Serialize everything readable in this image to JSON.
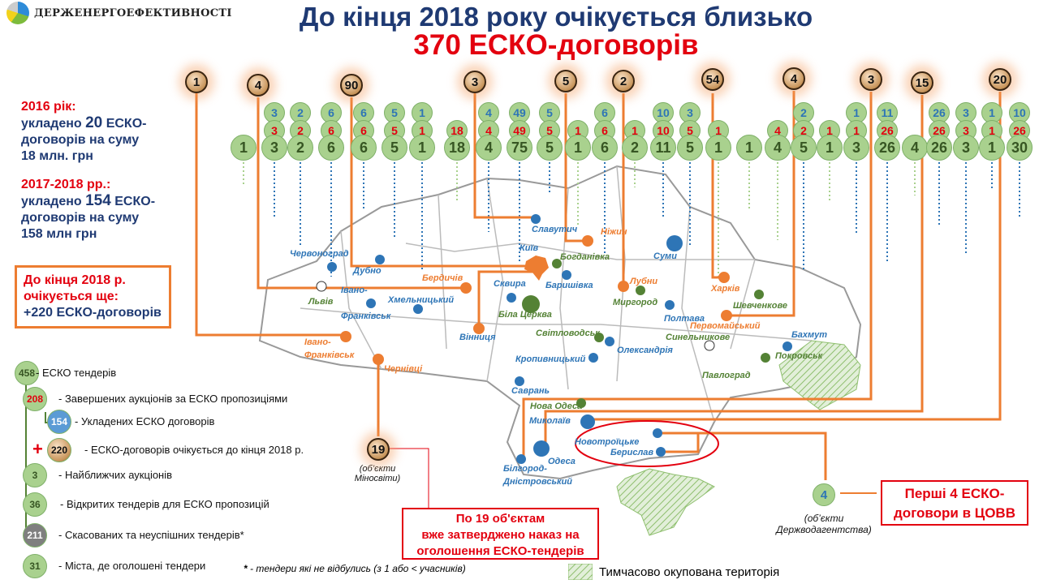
{
  "header": {
    "logo_text": "ДЕРЖЕНЕРГОЕФЕКТИВНОСТІ",
    "title_line1": "До кінця 2018 року очікується близько",
    "title_line2": "370 ЕСКО-договорів"
  },
  "left": {
    "y2016": {
      "heading": "2016 рік:",
      "l1a": "укладено ",
      "l1n": "20",
      "l1b": " ЕСКО-",
      "l2": "договорів на суму",
      "l3": "18 млн. грн"
    },
    "y2017": {
      "heading": "2017-2018 рр.:",
      "l1a": "укладено ",
      "l1n": "154",
      "l1b": " ЕСКО-",
      "l2": "договорів на суму",
      "l3": "158 млн грн"
    },
    "expect": {
      "l1": "До кінця 2018 р.",
      "l2": "очікується ще:",
      "l3": "+220 ЕСКО-договорів"
    }
  },
  "badges": [
    "1",
    "4",
    "90",
    "3",
    "5",
    "2",
    "54",
    "4",
    "3",
    "15",
    "20"
  ],
  "columns": [
    [
      "1",
      "",
      ""
    ],
    [
      "3",
      "3",
      "3"
    ],
    [
      "2",
      "2",
      "2"
    ],
    [
      "6",
      "6",
      "6"
    ],
    [
      "6",
      "6",
      "6"
    ],
    [
      "5",
      "5",
      "5"
    ],
    [
      "1",
      "1",
      "1"
    ],
    [
      "18",
      "18",
      ""
    ],
    [
      "4",
      "4",
      "4"
    ],
    [
      "75",
      "49",
      "49"
    ],
    [
      "5",
      "5",
      "5"
    ],
    [
      "1",
      "1",
      ""
    ],
    [
      "6",
      "6",
      "6"
    ],
    [
      "2",
      "1",
      ""
    ],
    [
      "11",
      "10",
      "10"
    ],
    [
      "5",
      "5",
      "3"
    ],
    [
      "1",
      "1",
      ""
    ],
    [
      "1",
      "",
      ""
    ],
    [
      "4",
      "4",
      ""
    ],
    [
      "5",
      "2",
      "2"
    ],
    [
      "1",
      "1",
      ""
    ],
    [
      "3",
      "1",
      "1"
    ],
    [
      "26",
      "26",
      "11"
    ],
    [
      "4",
      "",
      ""
    ],
    [
      "26",
      "26",
      "26"
    ],
    [
      "3",
      "3",
      "3"
    ],
    [
      "1",
      "1",
      "1"
    ],
    [
      "30",
      "26",
      "10"
    ]
  ],
  "legend": [
    {
      "value": "458",
      "label": "- ЕСКО тендерів"
    },
    {
      "value": "208",
      "label": "- Завершених аукціонів за ЕСКО пропозиціями"
    },
    {
      "value": "154",
      "label": "- Укладених ЕСКО договорів"
    },
    {
      "value": "220",
      "label": "- ЕСКО-договорів очікується до кінця 2018  р.",
      "prefix": "+"
    },
    {
      "value": "3",
      "label": "- Найближчих аукціонів"
    },
    {
      "value": "36",
      "label": "- Відкритих тендерів для ЕСКО пропозицій"
    },
    {
      "value": "211",
      "label": "- Скасованих та неуспішних тендерів*"
    },
    {
      "value": "31",
      "label": "- Міста, де оголошені тендери"
    }
  ],
  "footnote": {
    "star": "*",
    "text": " - тендери які не відбулись (з 1 або < учасників)"
  },
  "occupied_label": "Тимчасово окупована територія",
  "minosvity": {
    "value": "19",
    "note1": "(об’єкти",
    "note2": "Міносвіти)"
  },
  "box19": {
    "l1": "По 19 об'єктам",
    "l2": "вже затверджено наказ на",
    "l3": "оголошення ЕСКО-тендерів"
  },
  "vodagent": {
    "value": "4",
    "note1": "(об’єкти",
    "note2": "Держводагентства)"
  },
  "box4": {
    "l1": "Перші 4 ЕСКО-",
    "l2": "договори  в ЦОВВ"
  },
  "cities": [
    {
      "name": "Славутич",
      "c": "cb"
    },
    {
      "name": "Ніжин",
      "c": "co"
    },
    {
      "name": "Суми",
      "c": "cb"
    },
    {
      "name": "Київ",
      "c": "cb"
    },
    {
      "name": "Богданівка",
      "c": "cg"
    },
    {
      "name": "Баришівка",
      "c": "cb"
    },
    {
      "name": "Лубни",
      "c": "co"
    },
    {
      "name": "Миргород",
      "c": "cg"
    },
    {
      "name": "Полтава",
      "c": "cb"
    },
    {
      "name": "Харків",
      "c": "co"
    },
    {
      "name": "Шевченкове",
      "c": "cg"
    },
    {
      "name": "Первомайський",
      "c": "co"
    },
    {
      "name": "Синельникове",
      "c": "cg"
    },
    {
      "name": "Бахмут",
      "c": "cb"
    },
    {
      "name": "Покровськ",
      "c": "cg"
    },
    {
      "name": "Павлоград",
      "c": "cg"
    },
    {
      "name": "Червоноград",
      "c": "cb"
    },
    {
      "name": "Дубно",
      "c": "cb"
    },
    {
      "name": "Бердичів",
      "c": "co"
    },
    {
      "name": "Львів",
      "c": "cg"
    },
    {
      "name": "Івано-",
      "c": "cb"
    },
    {
      "name": "Франківськ",
      "c": "cb"
    },
    {
      "name": "Хмельницький",
      "c": "cb"
    },
    {
      "name": "Сквира",
      "c": "cb"
    },
    {
      "name": "Біла Церква",
      "c": "cg"
    },
    {
      "name": "Вінниця",
      "c": "cb"
    },
    {
      "name": "Івано-",
      "c": "co"
    },
    {
      "name": "Франківськ",
      "c": "co"
    },
    {
      "name": "Чернівці",
      "c": "co"
    },
    {
      "name": "Світловодськ",
      "c": "cg"
    },
    {
      "name": "Олександрія",
      "c": "cb"
    },
    {
      "name": "Кропивницький",
      "c": "cb"
    },
    {
      "name": "Саврань",
      "c": "cb"
    },
    {
      "name": "Нова Одеса",
      "c": "cg"
    },
    {
      "name": "Миколаїв",
      "c": "cb"
    },
    {
      "name": "Одеса",
      "c": "cb"
    },
    {
      "name": "Білгород-",
      "c": "cb"
    },
    {
      "name": "Дністровський",
      "c": "cb"
    },
    {
      "name": "Новотроїцьке",
      "c": "cb"
    },
    {
      "name": "Берислав",
      "c": "cb"
    }
  ],
  "colors": {
    "orange": "#ed7d31",
    "blue": "#2e75b6",
    "green": "#548235",
    "red": "#e3000f",
    "navy": "#1f3a73"
  }
}
